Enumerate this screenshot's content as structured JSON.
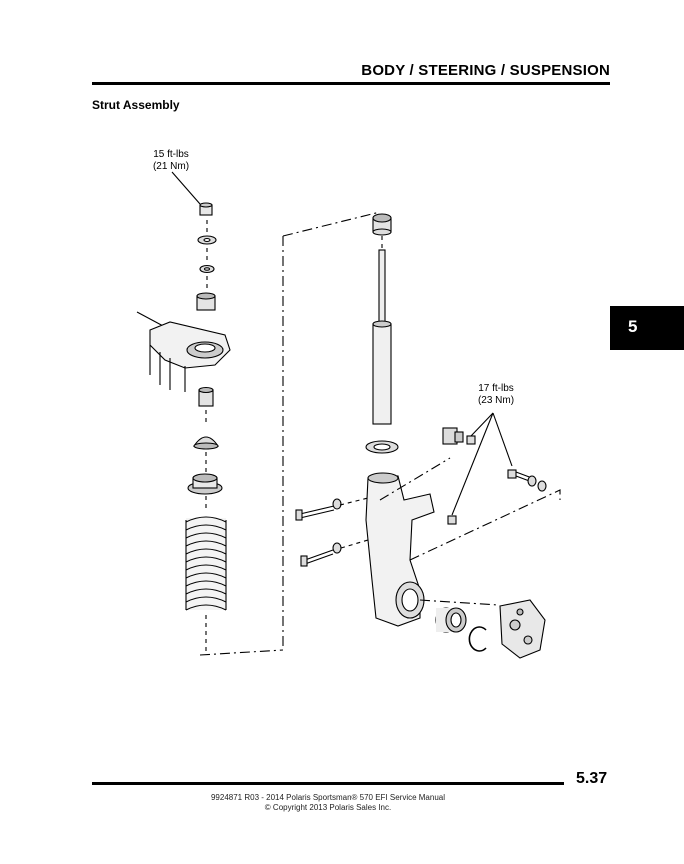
{
  "header": {
    "title": "BODY / STEERING / SUSPENSION"
  },
  "section": {
    "title": "Strut Assembly"
  },
  "chapter_tab": {
    "label": "5"
  },
  "callouts": [
    {
      "line1": "15 ft-lbs",
      "line2": "(21 Nm)"
    },
    {
      "line1": "17 ft-lbs",
      "line2": "(23 Nm)"
    }
  ],
  "footer": {
    "page_number": "5.37",
    "manual": "9924871 R03 - 2014 Polaris Sportsman® 570 EFI Service Manual",
    "copyright": "© Copyright 2013 Polaris Sales Inc."
  }
}
